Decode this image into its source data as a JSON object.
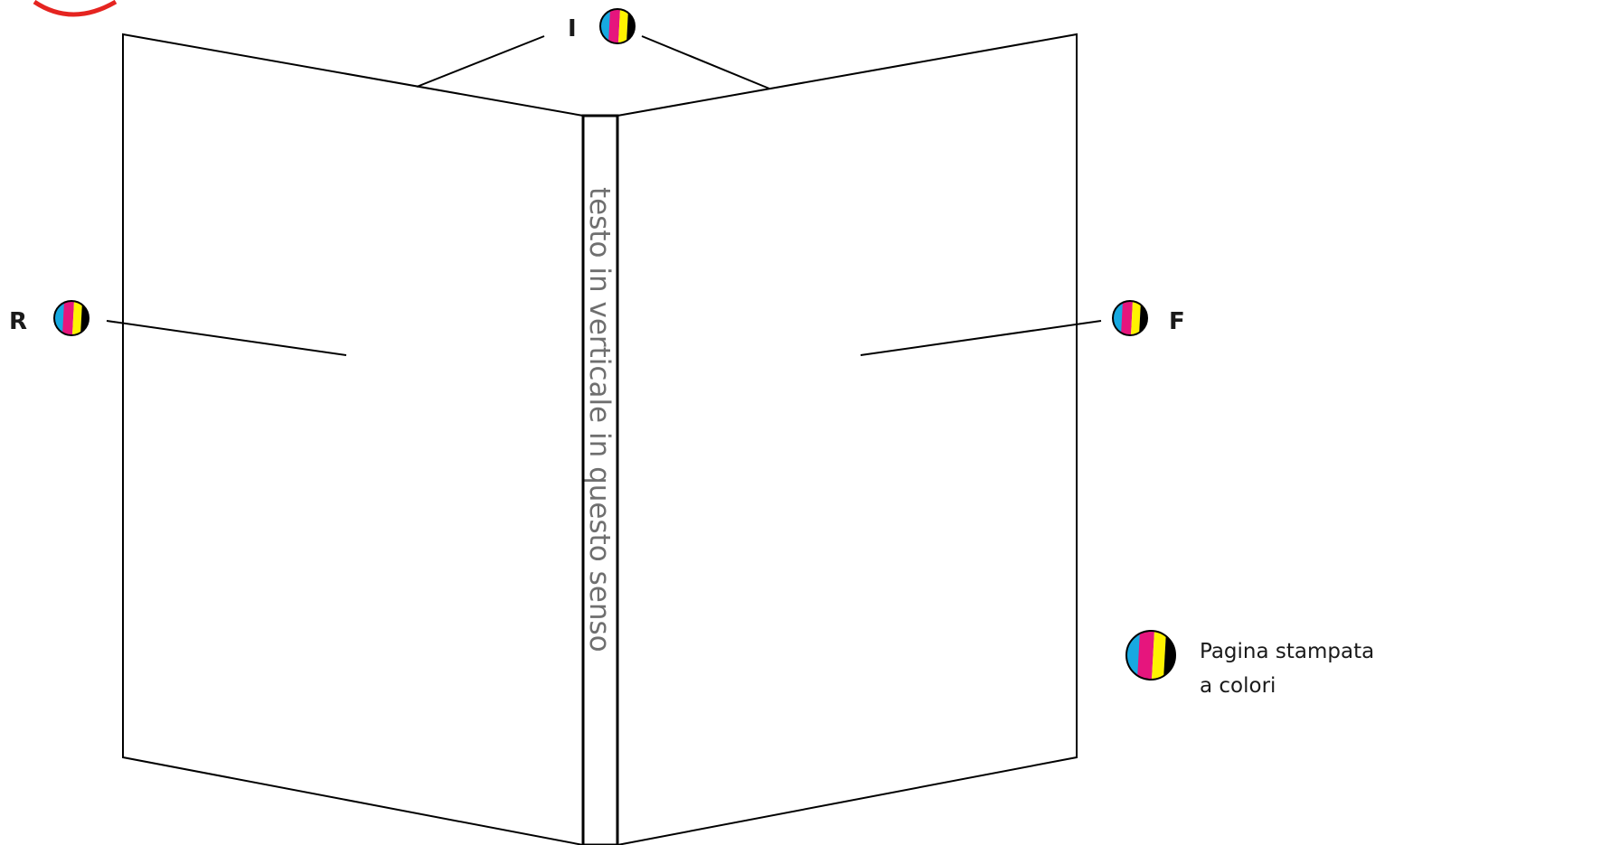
{
  "colors": {
    "cyan": "#17a9e1",
    "magenta": "#e6157d",
    "yellow": "#fff200",
    "black": "#000000",
    "outline": "#000000",
    "spine_text": "#6f6f6f",
    "red_mark": "#e52420"
  },
  "spine": {
    "text": "testo in verticale in questo senso"
  },
  "markers": {
    "inside": {
      "letter": "I",
      "icon": "color-page-icon"
    },
    "back": {
      "letter": "R",
      "icon": "color-page-icon"
    },
    "front": {
      "letter": "F",
      "icon": "color-page-icon"
    }
  },
  "legend": {
    "icon": "color-page-icon",
    "line1": "Pagina stampata",
    "line2": "a colori"
  }
}
